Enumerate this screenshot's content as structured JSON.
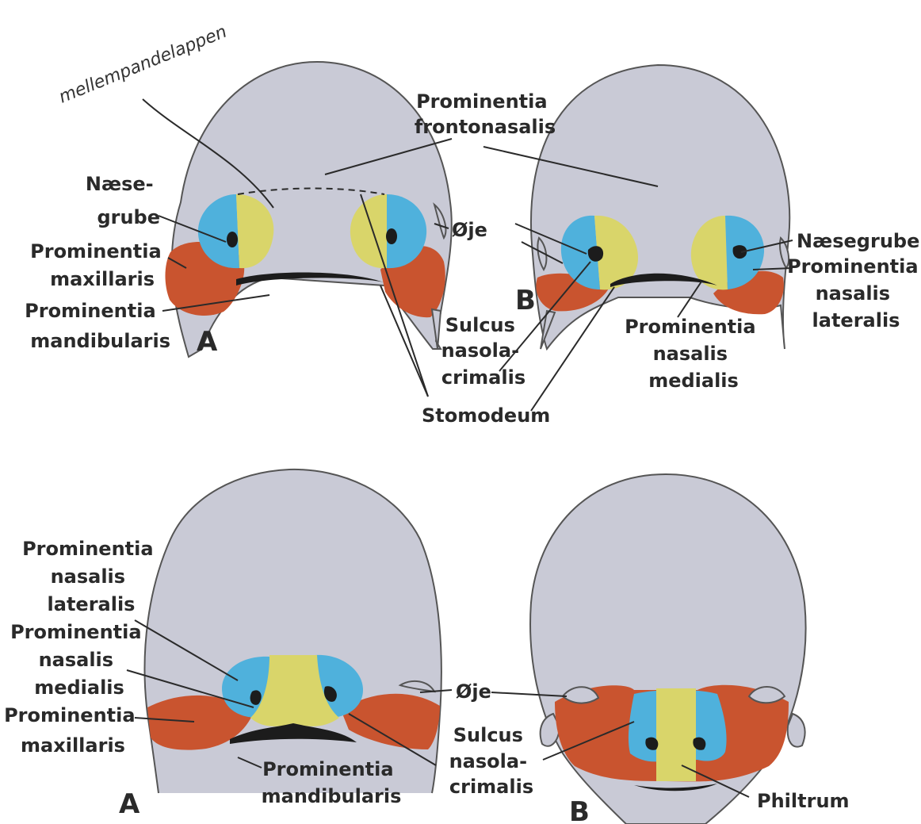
{
  "colors": {
    "head": "#c9cad6",
    "lateral_nasal": "#4fb1dc",
    "medial_nasal": "#d9d56a",
    "maxillary": "#c9542f",
    "mandibular": "#c9cad6",
    "stomodeum": "#1c1c1c",
    "outline": "#555555",
    "text": "#2a2a2a"
  },
  "handwritten_note": "mellempandelappen",
  "labels": {
    "prominentia_frontonasalis": [
      "Prominentia",
      "frontonasalis"
    ],
    "naesegrube_left": [
      "Næse-",
      "grube"
    ],
    "prominentia_maxillaris_top": [
      "Prominentia",
      "maxillaris"
    ],
    "prominentia_mandibularis_top": [
      "Prominentia",
      "mandibularis"
    ],
    "oje_top": "Øje",
    "sulcus_nasolacrimalis_top": [
      "Sulcus",
      "nasola-",
      "crimalis"
    ],
    "stomodeum": "Stomodeum",
    "naesegrube_right": "Næsegrube",
    "prominentia_nasalis_lateralis_top": [
      "Prominentia",
      "nasalis",
      "lateralis"
    ],
    "prominentia_nasalis_medialis_top": [
      "Prominentia",
      "nasalis",
      "medialis"
    ],
    "prominentia_nasalis_lateralis_bottom": [
      "Prominentia",
      "nasalis",
      "lateralis"
    ],
    "prominentia_nasalis_medialis_bottom": [
      "Prominentia",
      "nasalis",
      "medialis"
    ],
    "prominentia_maxillaris_bottom": [
      "Prominentia",
      "maxillaris"
    ],
    "prominentia_mandibularis_bottom": [
      "Prominentia",
      "mandibularis"
    ],
    "oje_bottom": "Øje",
    "sulcus_nasolacrimalis_bottom": [
      "Sulcus",
      "nasola-",
      "crimalis"
    ],
    "philtrum": "Philtrum"
  },
  "panel_labels": {
    "top_left": "A",
    "top_right": "B",
    "bottom_left": "A",
    "bottom_right": "B"
  }
}
